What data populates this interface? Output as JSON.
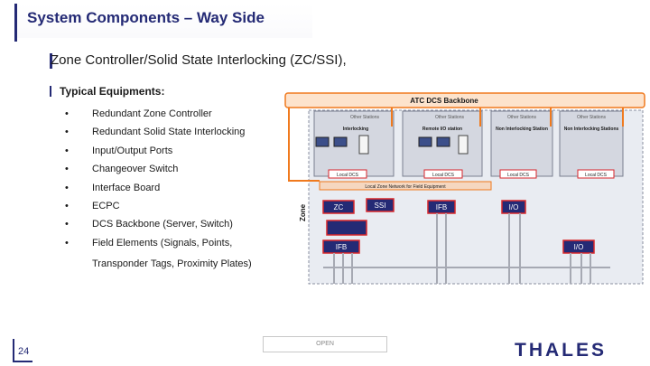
{
  "slide": {
    "title": "System Components – Way Side",
    "subtitle": "Zone Controller/Solid State Interlocking (ZC/SSI),",
    "typical_heading": "Typical Equipments:",
    "bullet_glyph": "•",
    "bullets": [
      "Redundant Zone Controller",
      "Redundant Solid State Interlocking",
      "Input/Output Ports",
      "Changeover Switch",
      "Interface Board",
      "ECPC",
      "DCS Backbone (Server, Switch)",
      "Field Elements (Signals, Points,"
    ],
    "bullet_continuation": "Transponder Tags, Proximity Plates)",
    "page_number": "24",
    "classification": "OPEN",
    "logo": "THALES"
  },
  "diagram": {
    "backbone_label": "ATC DCS Backbone",
    "station_headers": [
      "Other Stations",
      "Other Stations",
      "Other Stations",
      "Other Stations"
    ],
    "station_titles": [
      "Interlocking",
      "Remote I/O station",
      "Non Interlocking Station",
      "Non Interlocking Stations"
    ],
    "local_dcs": [
      "Local DCS",
      "Local DCS",
      "Local DCS",
      "Local DCS"
    ],
    "field_network_label": "Local Zone Network for Field Equipment",
    "zone_label": "Zone",
    "modules": {
      "zc": "ZC",
      "ssi": "SSI",
      "ifb_top": "IFB",
      "io_top": "I/O",
      "ifb_bottom": "IFB",
      "io_bottom": "I/O"
    },
    "colors": {
      "orange": "#f07a1e",
      "red": "#d8262b",
      "navy": "#242a75",
      "grey": "#a6a9b3"
    }
  }
}
